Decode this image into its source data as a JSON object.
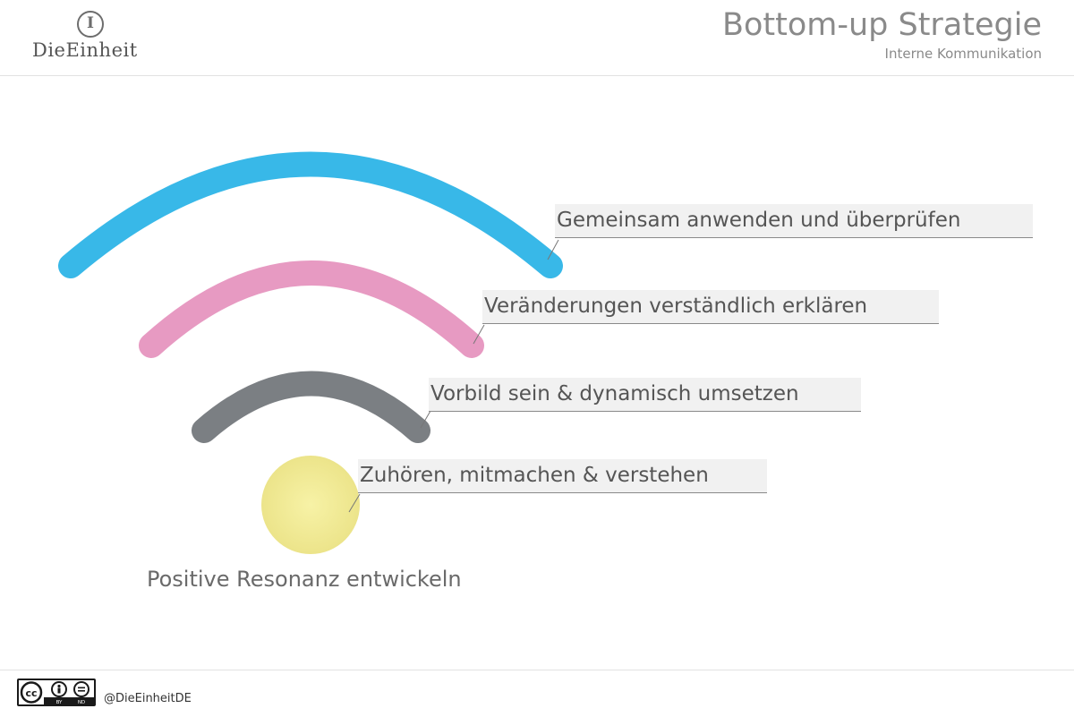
{
  "header": {
    "logo_text": "DieEinheit",
    "title": "Bottom-up Strategie",
    "subtitle": "Interne Kommunikation"
  },
  "diagram": {
    "steps": [
      {
        "label": "Gemeinsam anwenden und überprüfen",
        "color": "#38b8e8"
      },
      {
        "label": "Veränderungen verständlich erklären",
        "color": "#e79ac2"
      },
      {
        "label": "Vorbild sein & dynamisch umsetzen",
        "color": "#7b7f83"
      },
      {
        "label": "Zuhören, mitmachen & verstehen",
        "color": "#f0ea96"
      }
    ],
    "caption": "Positive Resonanz entwickeln"
  },
  "footer": {
    "license_badge": "cc-by-nd-icon",
    "handle": "@DieEinheitDE"
  }
}
